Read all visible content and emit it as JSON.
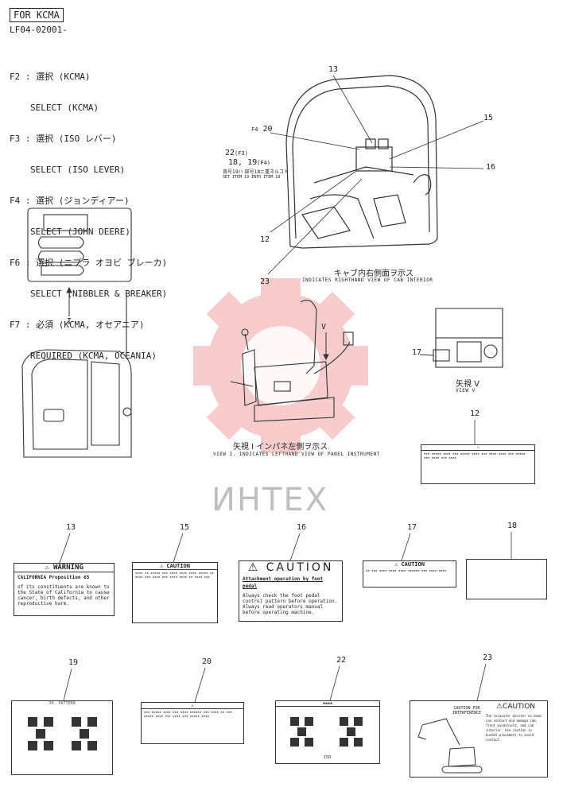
{
  "header": {
    "for_tag": "FOR KCMA",
    "code": "LF04-02001-"
  },
  "options": [
    {
      "key": "F2 :",
      "jp": "選択 (KCMA)",
      "en": "SELECT (KCMA)"
    },
    {
      "key": "F3 :",
      "jp": "選択 (ISO レバー)",
      "en": "SELECT (ISO LEVER)"
    },
    {
      "key": "F4 :",
      "jp": "選択 (ジョンディアー)",
      "en": "SELECT (JOHN DEERE)"
    },
    {
      "key": "F6 :",
      "jp": "選択 (ニブラ オヨビ ブレーカ)",
      "en": "SELECT (NIBBLER & BREAKER)"
    },
    {
      "key": "F7 :",
      "jp": "必須 (KCMA, オセアニア)",
      "en": "REQUIRED (KCMA, OCEANIA)"
    }
  ],
  "callouts": {
    "n13": "13",
    "n15": "15",
    "n16": "16",
    "n20": "20",
    "f4": "F4",
    "n22": "22",
    "f3": "(F3)",
    "n1819": "18, 19",
    "f4b": "(F4)",
    "note_jp": "背号19ハ 部号18ニ重ネルコト",
    "note_en": "SET ITEM 19 INTO ITEM 18",
    "n12": "12",
    "n23": "23",
    "n17": "17",
    "v": "V",
    "i": "I"
  },
  "captions": {
    "cab_jp": "キャブ内右側面ヲ示ス",
    "cab_en": "INDICATES RIGHTHAND VIEW OF CAB INTERIOR",
    "viewv_jp": "矢視 V",
    "viewv_en": "VIEW V",
    "viewi_jp": "矢視 I   インパネ左側ヲ示ス",
    "viewi_en": "VIEW I. INDICATES LEFTHAND VIEW OF PANEL INSTRUMENT"
  },
  "watermark": "ИНТЕХ",
  "labels": {
    "l12": {
      "num": "12"
    },
    "l13": {
      "num": "13",
      "banner": "WARNING",
      "line1": "CALIFORNIA Proposition 65",
      "body": "of its constituents are known to the State of California to cause cancer, birth defects, and other reproductive harm."
    },
    "l15": {
      "num": "15",
      "banner": "CAUTION"
    },
    "l16": {
      "num": "16",
      "banner": "CAUTION",
      "line1": "Attachment operation by foot pedal",
      "body": "Always check the foot pedal control pattern before operation. Always read operators manual before operating machine."
    },
    "l17": {
      "num": "17",
      "banner": "CAUTION"
    },
    "l18": {
      "num": "18"
    },
    "l19": {
      "num": "19",
      "title": "SH. PATTERN"
    },
    "l20": {
      "num": "20"
    },
    "l22": {
      "num": "22",
      "foot": "ISO"
    },
    "l23": {
      "num": "23",
      "banner": "CAUTION",
      "side": "CAUTION FOR INTERFERENCE",
      "body": "The excavator monitor on boom can contact and damage cab, front windshield, and cab interior. Use caution in bucket placement to avoid contact."
    }
  },
  "colors": {
    "watermark": "#e04a4a",
    "ink": "#222222"
  }
}
